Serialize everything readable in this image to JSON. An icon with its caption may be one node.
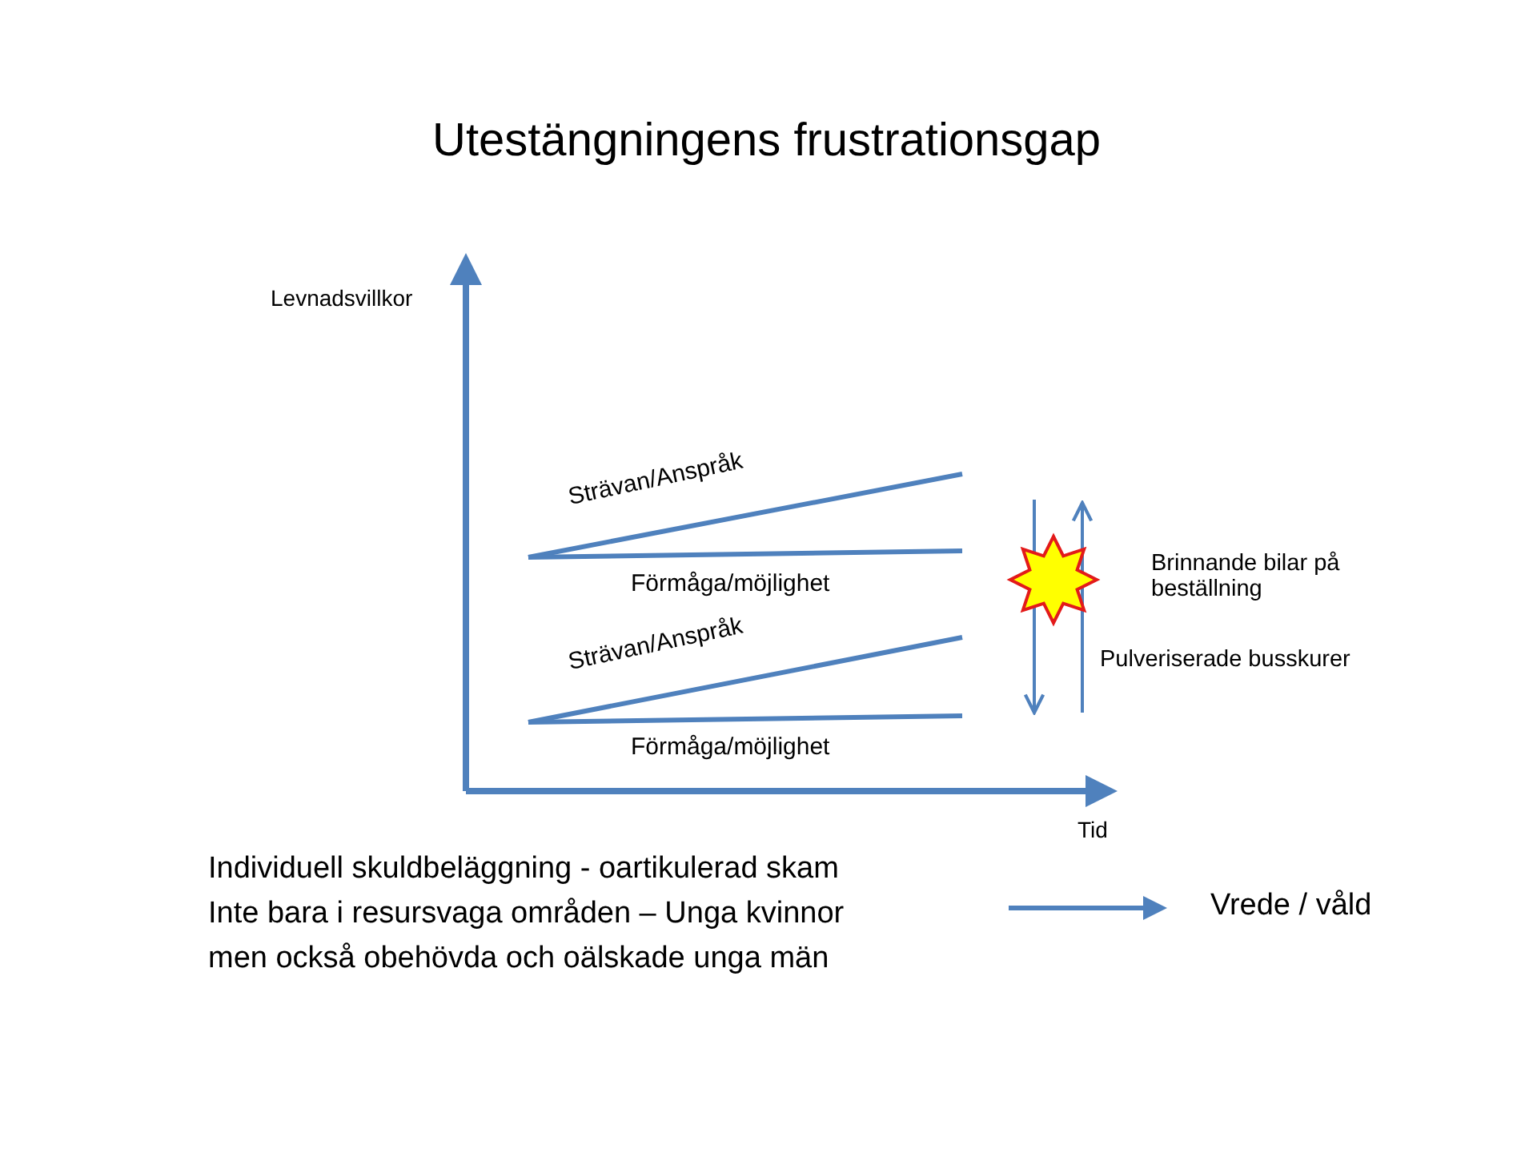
{
  "diagram": {
    "title": "Utestängningens frustrationsgap",
    "labels": [
      "Levnadsvillkor",
      "Strävan/Anspråk",
      "Förmåga/möjlighet",
      "Brinnande bilar på beställning",
      "Strävan/Anspråk",
      "Pulveriserade busskurer",
      "Förmåga/möjlighet",
      "Tid",
      "Individuell skuldbeläggning  - oartikulerad skam",
      "Inte bara i resursvaga områden – Unga kvinnor",
      "men också obehövda och oälskade unga män",
      "Vrede / våld"
    ]
  }
}
